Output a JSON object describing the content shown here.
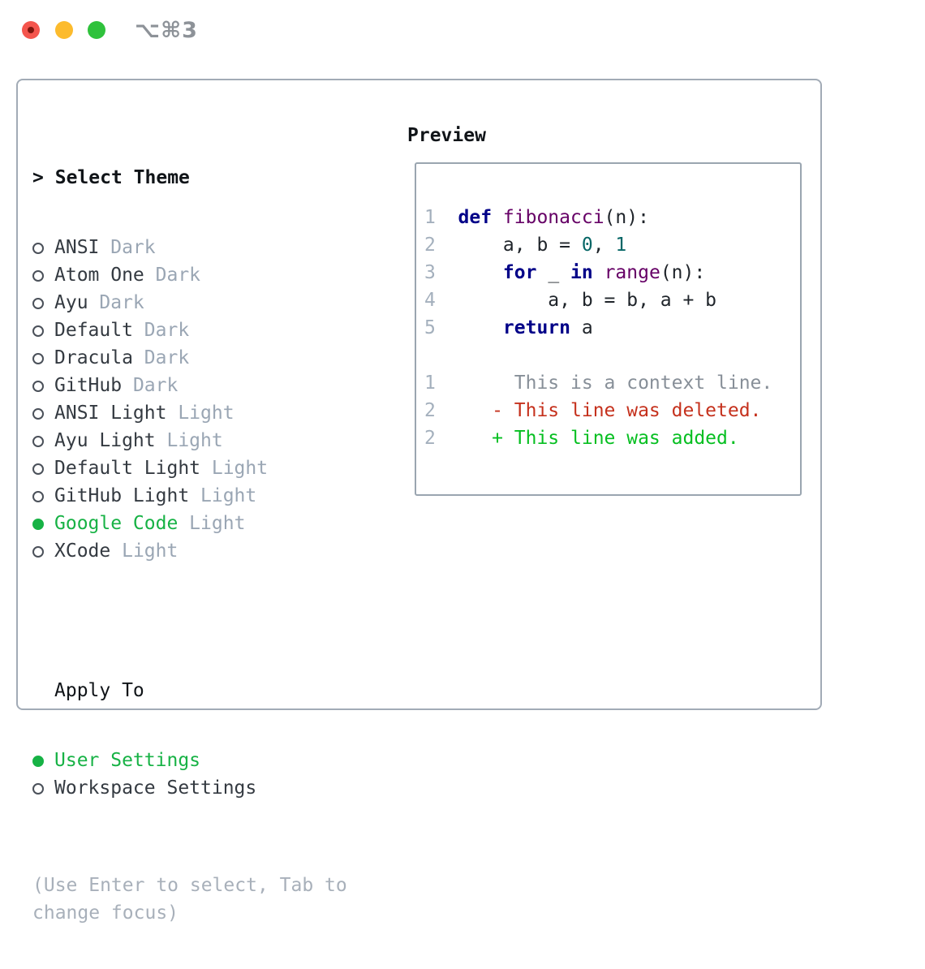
{
  "window": {
    "shortcut_label": "⌥⌘3",
    "traffic_lights": [
      {
        "name": "close",
        "color": "#f4554d"
      },
      {
        "name": "minimize",
        "color": "#fcbb2d"
      },
      {
        "name": "zoom",
        "color": "#2fc23c"
      }
    ]
  },
  "picker": {
    "header_prefix": ">",
    "header_label": "Select Theme",
    "themes": [
      {
        "name": "ANSI",
        "variant": "Dark",
        "selected": false
      },
      {
        "name": "Atom One",
        "variant": "Dark",
        "selected": false
      },
      {
        "name": "Ayu",
        "variant": "Dark",
        "selected": false
      },
      {
        "name": "Default",
        "variant": "Dark",
        "selected": false
      },
      {
        "name": "Dracula",
        "variant": "Dark",
        "selected": false
      },
      {
        "name": "GitHub",
        "variant": "Dark",
        "selected": false
      },
      {
        "name": "ANSI Light",
        "variant": "Light",
        "selected": false
      },
      {
        "name": "Ayu Light",
        "variant": "Light",
        "selected": false
      },
      {
        "name": "Default Light",
        "variant": "Light",
        "selected": false
      },
      {
        "name": "GitHub Light",
        "variant": "Light",
        "selected": false
      },
      {
        "name": "Google Code",
        "variant": "Light",
        "selected": true
      },
      {
        "name": "XCode",
        "variant": "Light",
        "selected": false
      }
    ],
    "apply_to_label": "Apply To",
    "apply_options": [
      {
        "label": "User Settings",
        "selected": true
      },
      {
        "label": "Workspace Settings",
        "selected": false
      }
    ],
    "hint": "(Use Enter to select, Tab to change focus)"
  },
  "preview": {
    "label": "Preview",
    "code_lines": [
      {
        "no": "1",
        "tokens": [
          {
            "t": "def ",
            "c": "kw"
          },
          {
            "t": "fibonacci",
            "c": "fn"
          },
          {
            "t": "(n):",
            "c": "plain"
          }
        ]
      },
      {
        "no": "2",
        "tokens": [
          {
            "t": "    a, b = ",
            "c": "plain"
          },
          {
            "t": "0",
            "c": "num"
          },
          {
            "t": ", ",
            "c": "plain"
          },
          {
            "t": "1",
            "c": "num"
          }
        ]
      },
      {
        "no": "3",
        "tokens": [
          {
            "t": "    ",
            "c": "plain"
          },
          {
            "t": "for",
            "c": "kw"
          },
          {
            "t": " _ ",
            "c": "plain"
          },
          {
            "t": "in",
            "c": "kw"
          },
          {
            "t": " ",
            "c": "plain"
          },
          {
            "t": "range",
            "c": "fn"
          },
          {
            "t": "(n):",
            "c": "plain"
          }
        ]
      },
      {
        "no": "4",
        "tokens": [
          {
            "t": "        a, b = b, a + b",
            "c": "plain"
          }
        ]
      },
      {
        "no": "5",
        "tokens": [
          {
            "t": "    ",
            "c": "plain"
          },
          {
            "t": "return",
            "c": "kw"
          },
          {
            "t": " a",
            "c": "plain"
          }
        ]
      }
    ],
    "diff_lines": [
      {
        "no": "1",
        "kind": "context",
        "text": "     This is a context line."
      },
      {
        "no": "2",
        "kind": "deletion",
        "text": "   - This line was deleted."
      },
      {
        "no": "2",
        "kind": "addition",
        "text": "   + This line was added."
      }
    ]
  },
  "colors": {
    "selection_green": "#17b245",
    "keyword_navy": "#000088",
    "title_purple": "#660066",
    "number_teal": "#066666",
    "line_number_gray": "#a4b0bd",
    "muted_gray": "#9aa6b4",
    "diff_context": "#878f98",
    "diff_deletion": "#c5311d",
    "diff_addition": "#06bf21",
    "panel_border": "#a2abb6",
    "traffic_red": "#f4554d",
    "traffic_yellow": "#fcbb2d",
    "traffic_green": "#2fc23c"
  }
}
